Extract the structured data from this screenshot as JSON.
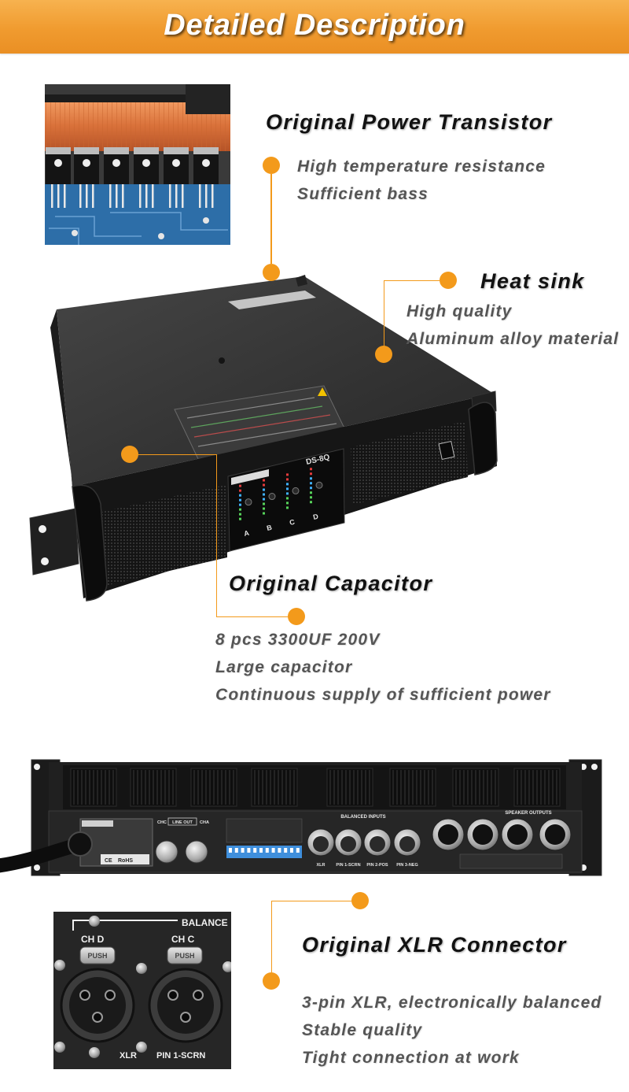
{
  "header": {
    "title": "Detailed Description"
  },
  "colors": {
    "accent": "#f39a1b",
    "header_background": "#f09b2f",
    "title_text": "#111111",
    "body_text": "#555555"
  },
  "icons": {
    "callout_marker": "callout-dot-icon",
    "warning": "warning-triangle-icon"
  },
  "transistor": {
    "title": "Original Power Transistor",
    "points": [
      "High temperature resistance",
      "Sufficient bass"
    ]
  },
  "heat_sink": {
    "title": "Heat sink",
    "points": [
      "High quality",
      "Aluminum alloy material"
    ]
  },
  "capacitor": {
    "title": "Original Capacitor",
    "points": [
      "8 pcs 3300UF 200V",
      "Large capacitor",
      "Continuous supply of sufficient power"
    ]
  },
  "xlr_connector": {
    "title": "Original XLR Connector",
    "points": [
      "3-pin XLR, electronically balanced",
      "Stable quality",
      "Tight connection at work"
    ]
  },
  "amplifier_front": {
    "model": "DS-8Q",
    "channels": [
      "A",
      "B",
      "C",
      "D"
    ]
  },
  "rear_panel": {
    "balanced_inputs": "BALANCED INPUTS",
    "speaker_outputs": "SPEAKER OUTPUTS",
    "line_out": "LINE OUT",
    "line_out_channels": [
      "CHC",
      "CHA"
    ],
    "input_pins": [
      "XLR",
      "PIN 1-SCRN",
      "PIN 2-POS",
      "PIN 3-NEG"
    ],
    "certifications": [
      "CE",
      "RoHS"
    ]
  },
  "xlr_closeup": {
    "section_label": "BALANCE",
    "channels": [
      "CH D",
      "CH C"
    ],
    "latch_label": "PUSH",
    "footer_labels": [
      "XLR",
      "PIN 1-SCRN"
    ]
  }
}
